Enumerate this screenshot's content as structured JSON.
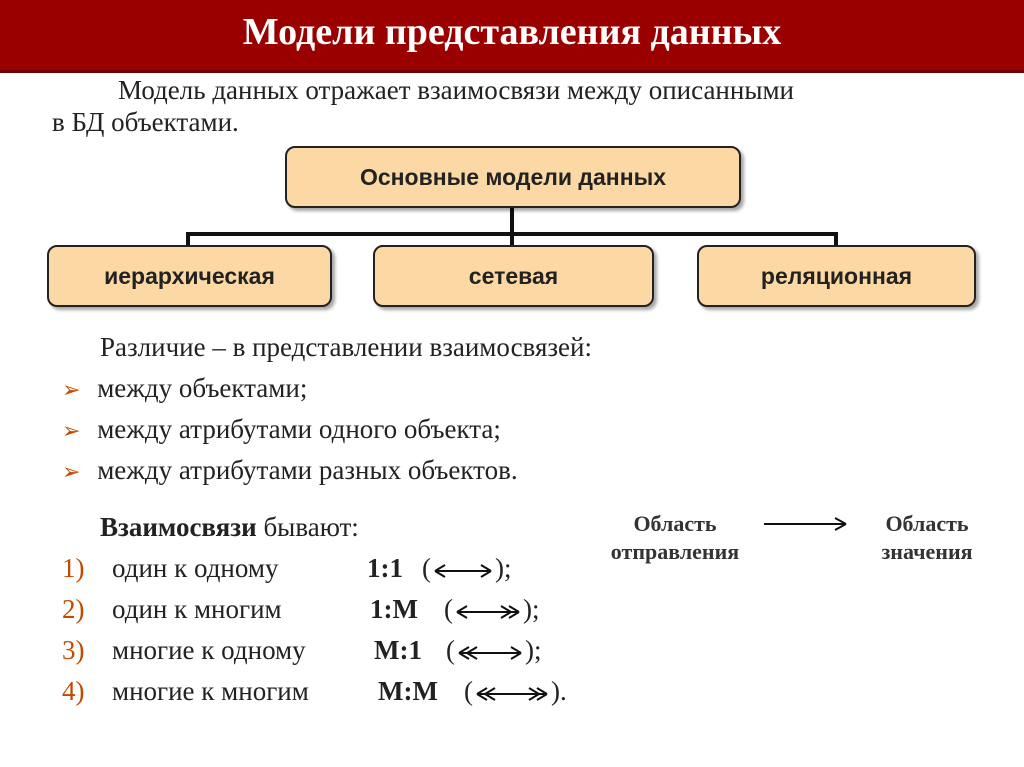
{
  "title": "Модели представления данных",
  "intro": {
    "line1": "Модель данных отражает взаимосвязи между описанными",
    "line2": "в БД объектами."
  },
  "tree": {
    "root": "Основные модели данных",
    "children": [
      "иерархическая",
      "сетевая",
      "реляционная"
    ]
  },
  "difference": {
    "heading": "Различие – в представлении взаимосвязей:",
    "items": [
      "между объектами;",
      "между атрибутами одного объекта;",
      "между атрибутами разных объектов."
    ]
  },
  "relations": {
    "heading_bold": "Взаимосвязи",
    "heading_rest": " бывают:",
    "items": [
      {
        "num": "1)",
        "label": "один к одному",
        "code": "1:1",
        "open": "(",
        "close": ");"
      },
      {
        "num": "2)",
        "label": "один к многим",
        "code": "1:М",
        "open": "(",
        "close": ");"
      },
      {
        "num": "3)",
        "label": "многие к одному",
        "code": "М:1",
        "open": "(",
        "close": ");"
      },
      {
        "num": "4)",
        "label": "многие к многим",
        "code": "М:М",
        "open": "(",
        "close": ")."
      }
    ]
  },
  "mapping": {
    "left_line1": "Область",
    "left_line2": "отправления",
    "right_line1": "Область",
    "right_line2": "значения"
  },
  "colors": {
    "title_bar": "#9b0000",
    "box_fill": "#fcd9a4",
    "bullet": "#c24a00"
  },
  "icons": {
    "bullet": "arrow-bullet-icon",
    "arrow": "right-arrow-icon"
  }
}
